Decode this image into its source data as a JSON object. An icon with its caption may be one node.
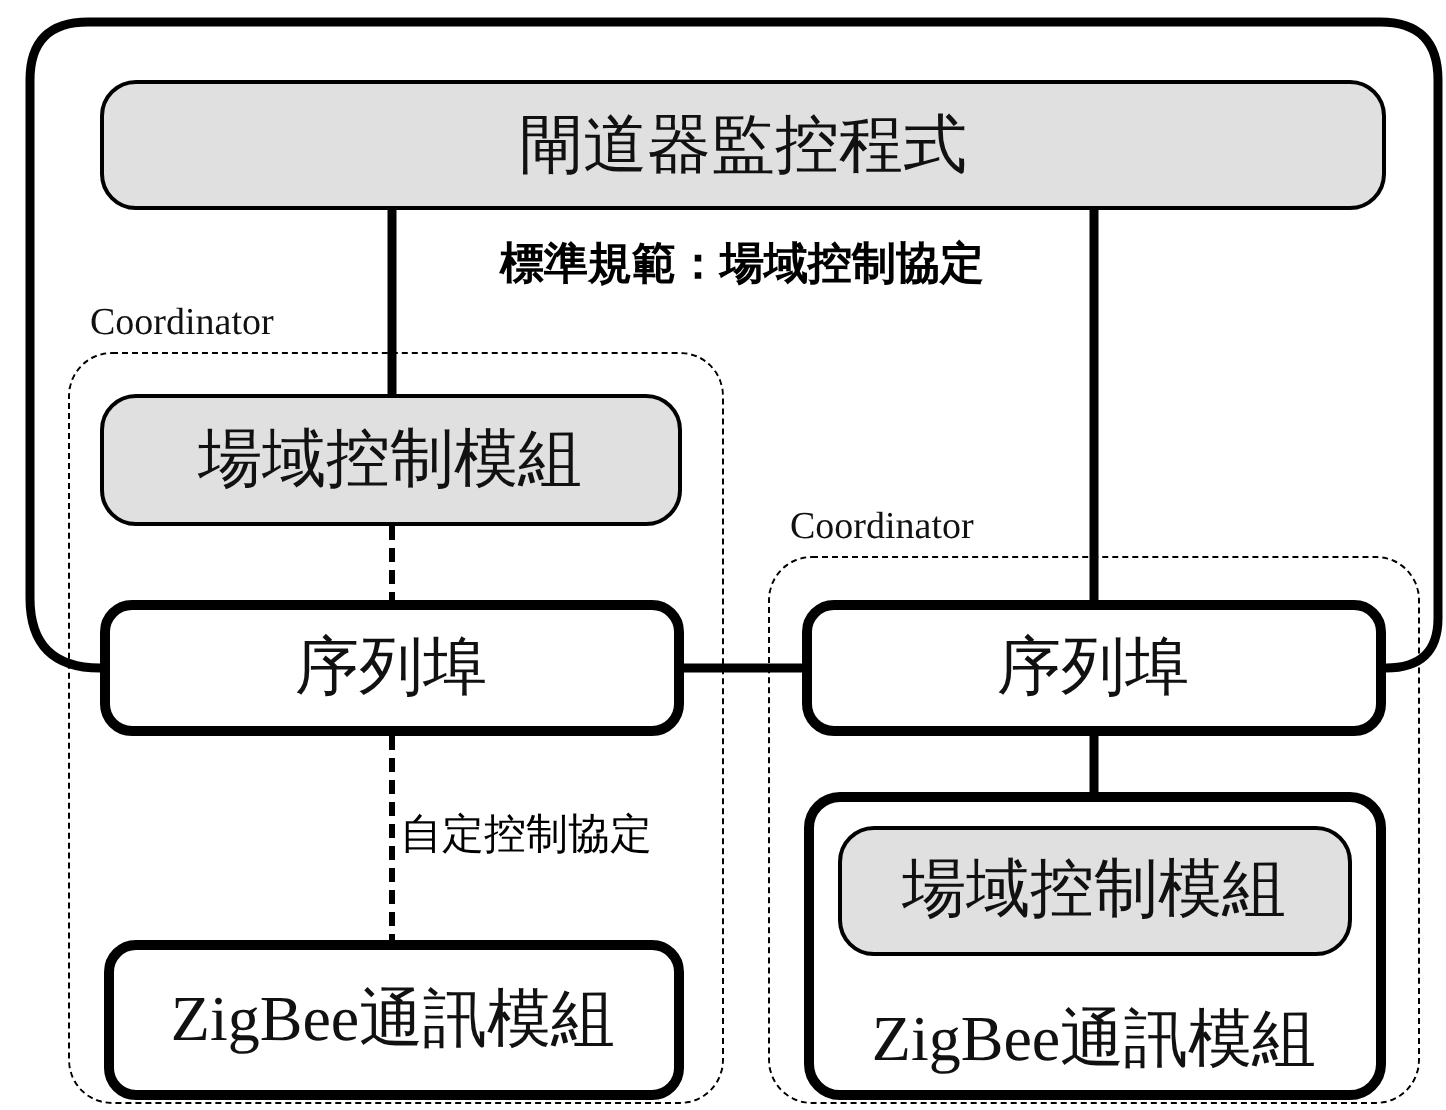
{
  "diagram": {
    "nodes": [
      {
        "text": [
          "閘道器監控程式"
        ]
      },
      {
        "text": [
          "Coordinator"
        ]
      },
      {
        "text": [
          "場域控制模組"
        ],
        "in": 1
      },
      {
        "text": [
          "序列埠"
        ],
        "in": 1
      },
      {
        "text": [
          "ZigBee通訊模組"
        ],
        "in": 1
      },
      {
        "text": [
          "Coordinator"
        ]
      },
      {
        "text": [
          "序列埠"
        ],
        "in": 5
      },
      {
        "text": [
          "ZigBee通訊模組"
        ],
        "in": 5
      },
      {
        "text": [
          "場域控制模組"
        ],
        "in": 7
      }
    ],
    "edges": [
      {
        "from": 0,
        "to": 2,
        "arrow": "none"
      },
      {
        "from": 0,
        "to": 6,
        "arrow": "none"
      },
      {
        "from": 2,
        "to": 3,
        "arrow": "none",
        "style": "dashed"
      },
      {
        "from": 3,
        "to": 4,
        "arrow": "none",
        "style": "dashed",
        "label": "自定控制協定"
      },
      {
        "from": 3,
        "to": 6,
        "arrow": "none"
      },
      {
        "from": 6,
        "to": 7,
        "arrow": "none"
      },
      {
        "from": 3,
        "to": 6,
        "arrow": "none"
      }
    ],
    "labels": [
      "標準規範：場域控制協定"
    ]
  }
}
